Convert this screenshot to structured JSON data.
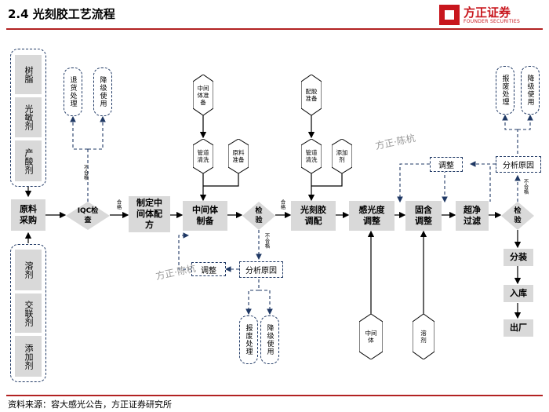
{
  "header": {
    "title": "2.4 光刻胶工艺流程",
    "brand_cn": "方正证券",
    "brand_en": "FOUNDER SECURITIES"
  },
  "footer": {
    "source": "资料来源：容大感光公告，方正证券研究所"
  },
  "watermark": {
    "text": "方正·陈杭"
  },
  "inputs": {
    "top": [
      "树脂",
      "光敏剂",
      "产酸剂"
    ],
    "bottom": [
      "溶剂",
      "交联剂",
      "添加剂"
    ]
  },
  "main_flow": {
    "procurement": "原料采购",
    "iqc": "IQC检查",
    "formulate": "制定中间体配方",
    "intermediate": "中间体制备",
    "inspect1": "检验",
    "mix": "光刻胶调配",
    "sensitivity": "感光度调整",
    "solid": "固含调整",
    "filter": "超净过滤",
    "inspect2": "检验",
    "packing": "分装",
    "storage": "入库",
    "shipment": "出厂"
  },
  "side_boxes": {
    "iqc_reject": [
      "退货处理",
      "降级使用"
    ],
    "insp1_reject": [
      "报废处理",
      "降级使用"
    ],
    "insp2_reject": [
      "报废处理",
      "降级使用"
    ],
    "adjust": "调整",
    "analyze": "分析原因"
  },
  "hexagons": {
    "intermediate_prep": "中间体准备",
    "pipe_clean": "管道清洗",
    "material_prep": "原料准备",
    "glue_prep": "配胶准备",
    "additive": "添加剂",
    "intermediate": "中间体",
    "solvent": "溶剂"
  },
  "labels": {
    "pass": "合格",
    "fail": "不合格"
  }
}
